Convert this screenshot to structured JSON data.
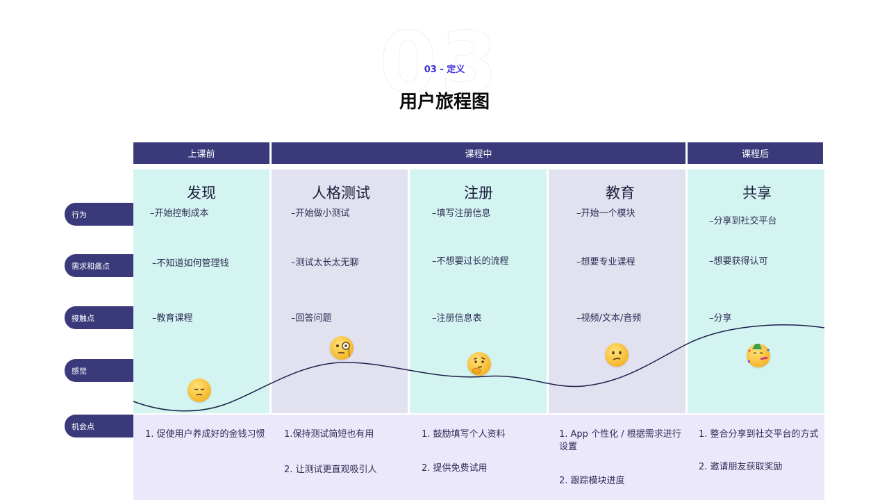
{
  "header": {
    "section_number": "03",
    "eyebrow": "03 - 定义",
    "title": "用户旅程图"
  },
  "phases": [
    {
      "label": "上课前"
    },
    {
      "label": "课程中"
    },
    {
      "label": "课程后"
    }
  ],
  "row_labels": [
    "行为",
    "需求和痛点",
    "接触点",
    "感觉",
    "机会点"
  ],
  "stages": [
    {
      "title": "发现",
      "behavior": "–开始控制成本",
      "pain": "–不知道如何管理钱",
      "touchpoint": "–教育课程",
      "feeling_icon": "pensive-face-icon",
      "opportunities": [
        "1. 促使用户养成好的金钱习惯"
      ]
    },
    {
      "title": "人格测试",
      "behavior": "–开始做小测试",
      "pain": "–测试太长太无聊",
      "touchpoint": "–回答问题",
      "feeling_icon": "monocle-face-icon",
      "opportunities": [
        "1.保持测试简短也有用",
        "2. 让测试更直观吸引人"
      ]
    },
    {
      "title": "注册",
      "behavior": "–填写注册信息",
      "pain": "–不想要过长的流程",
      "touchpoint": "–注册信息表",
      "feeling_icon": "thinking-face-icon",
      "opportunities": [
        "1. 鼓励填写个人资料",
        "2. 提供免费试用"
      ]
    },
    {
      "title": "教育",
      "behavior": "–开始一个模块",
      "pain": "–想要专业课程",
      "touchpoint": "–视频/文本/音频",
      "feeling_icon": "confused-face-icon",
      "opportunities": [
        "1. App 个性化 / 根据需求进行设置",
        "2. 跟踪模块进度"
      ]
    },
    {
      "title": "共享",
      "behavior": "–分享到社交平台",
      "pain": "–想要获得认可",
      "touchpoint": "–分享",
      "feeling_icon": "partying-face-icon",
      "opportunities": [
        "1. 整合分享到社交平台的方式",
        "2. 邀请朋友获取奖励"
      ]
    }
  ],
  "colors": {
    "primary": "#3a3a7b",
    "accent": "#3d2fd9",
    "mint": "#d3f4f0",
    "lavender": "#e1e1f0",
    "opportunity_bg": "#ece8fb"
  }
}
